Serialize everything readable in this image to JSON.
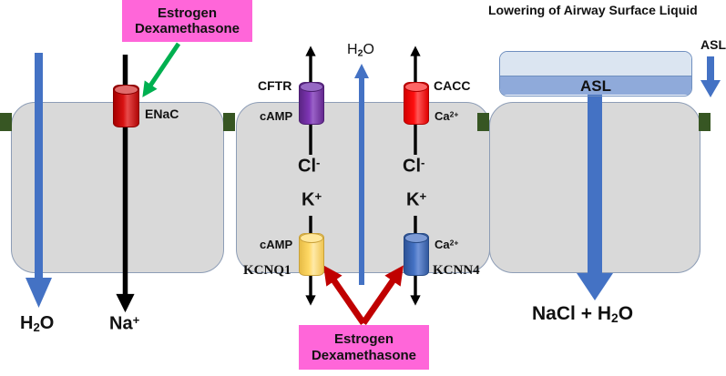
{
  "title": "Lowering of Airway Surface Liquid",
  "colors": {
    "cell_fill": "#d9d9d9",
    "cell_stroke": "#8d9db6",
    "tight_junction": "#375623",
    "enac": "#c00000",
    "cftr": "#7030a0",
    "cacc": "#ff0000",
    "kcnq1": "#ffd966",
    "kcnn4": "#4472c4",
    "water_arrow": "#4472c4",
    "ion_arrow": "#000000",
    "drug_arrow_green": "#00b050",
    "drug_arrow_red": "#c00000",
    "callout_pink": "#ff66d9",
    "asl_upper": "#dbe5f1",
    "asl_lower": "#8faada"
  },
  "callouts": [
    {
      "name": "top",
      "line1": "Estrogen",
      "line2": "Dexamethasone"
    },
    {
      "name": "bottom",
      "line1": "Estrogen",
      "line2": "Dexamethasone"
    }
  ],
  "left_cell": {
    "channel": "ENaC",
    "water_label": "H",
    "water_sub": "2",
    "water_tail": "O",
    "sodium_label": "Na",
    "sodium_sup": "+"
  },
  "middle_cell": {
    "apical_water": {
      "base": "H",
      "sub": "2",
      "tail": "O"
    },
    "channels": [
      {
        "name": "CFTR",
        "second_messenger": "cAMP",
        "ion": "Cl",
        "ion_sup": "-"
      },
      {
        "name": "CACC",
        "second_messenger": "Ca",
        "sm_sup": "2+",
        "ion": "Cl",
        "ion_sup": "-"
      },
      {
        "name": "KCNQ1",
        "second_messenger": "cAMP",
        "ion": "K",
        "ion_sup": "+"
      },
      {
        "name": "KCNN4",
        "second_messenger": "Ca",
        "sm_sup": "2+",
        "ion": "K",
        "ion_sup": "+"
      }
    ],
    "cl_left": "Cl",
    "cl_left_sup": "-",
    "cl_right": "Cl",
    "cl_right_sup": "-",
    "k_left": "K",
    "k_left_sup": "+",
    "k_right": "K",
    "k_right_sup": "+",
    "camp_apical": "cAMP",
    "ca_apical": "Ca",
    "ca_apical_sup": "2+",
    "camp_basal": "cAMP",
    "ca_basal": "Ca",
    "ca_basal_sup": "2+"
  },
  "right_cell": {
    "asl_label": "ASL",
    "asl_side_label": "ASL",
    "efflux": {
      "salt": "NaCl",
      "plus": "+",
      "water": "H",
      "water_sub": "2",
      "water_tail": "O"
    }
  }
}
